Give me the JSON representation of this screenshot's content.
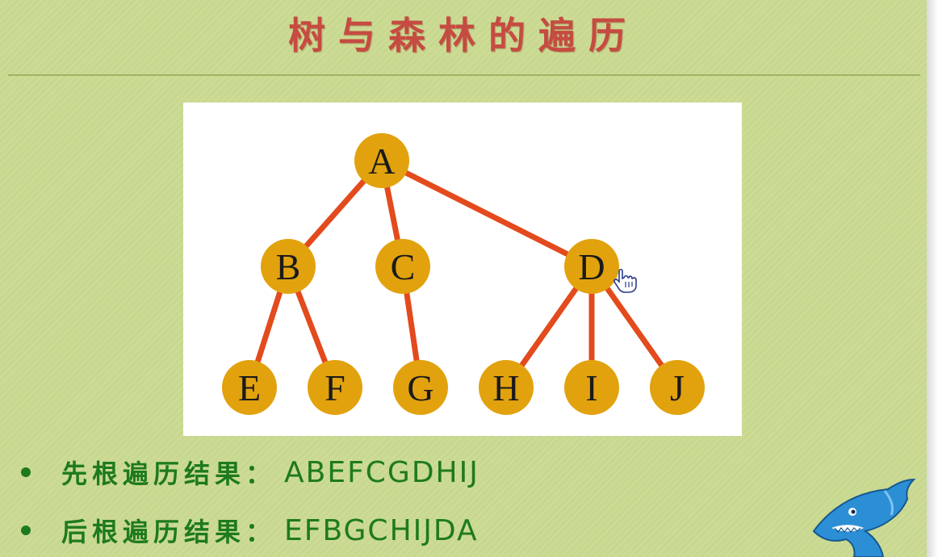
{
  "slide": {
    "title": "树与森林的遍历"
  },
  "tree": {
    "node_color": "#e2a20e",
    "edge_color": "#e34a1d",
    "nodes": [
      {
        "id": "A",
        "label": "A"
      },
      {
        "id": "B",
        "label": "B"
      },
      {
        "id": "C",
        "label": "C"
      },
      {
        "id": "D",
        "label": "D"
      },
      {
        "id": "E",
        "label": "E"
      },
      {
        "id": "F",
        "label": "F"
      },
      {
        "id": "G",
        "label": "G"
      },
      {
        "id": "H",
        "label": "H"
      },
      {
        "id": "I",
        "label": "I"
      },
      {
        "id": "J",
        "label": "J"
      }
    ],
    "edges": [
      [
        "A",
        "B"
      ],
      [
        "A",
        "C"
      ],
      [
        "A",
        "D"
      ],
      [
        "B",
        "E"
      ],
      [
        "B",
        "F"
      ],
      [
        "C",
        "G"
      ],
      [
        "D",
        "H"
      ],
      [
        "D",
        "I"
      ],
      [
        "D",
        "J"
      ]
    ]
  },
  "results": [
    {
      "label": "先根遍历结果：",
      "value": "ABEFCGDHIJ"
    },
    {
      "label": "后根遍历结果：",
      "value": "EFBGCHIJDA"
    }
  ],
  "colors": {
    "background": "#c8d88e",
    "title": "#c64b41",
    "text": "#1e7a1e"
  },
  "icons": [
    "hand-cursor-icon",
    "shark-logo-icon"
  ]
}
